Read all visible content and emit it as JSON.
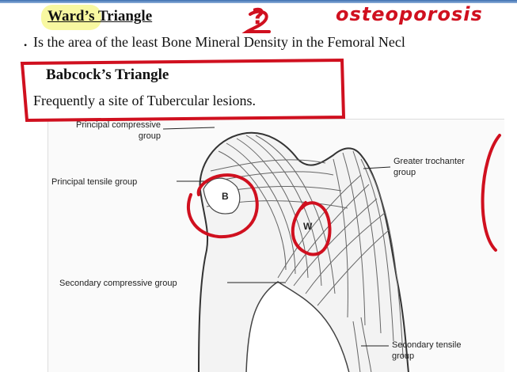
{
  "slide": {
    "heading": "Ward’s Triangle",
    "bullet1": "Is the area of the least Bone Mineral Density in the Femoral Necl",
    "subheading": "Babcock’s Triangle",
    "bullet2": "Frequently a site of Tubercular lesions.",
    "bullet_symbol": "•"
  },
  "annotation": {
    "handwritten_word": "osteoporosis",
    "handwritten_symbol": "?",
    "ink_color": "#d0101f",
    "highlight_color": "#f4f46e"
  },
  "figure": {
    "labels": {
      "principal_compressive_1": "Principal compressive",
      "principal_compressive_2": "group",
      "principal_tensile": "Principal tensile group",
      "greater_trochanter_1": "Greater trochanter",
      "greater_trochanter_2": "group",
      "secondary_compressive": "Secondary compressive group",
      "secondary_tensile_1": "Secondary tensile",
      "secondary_tensile_2": "group"
    },
    "zone_b": "B",
    "zone_w": "W"
  }
}
